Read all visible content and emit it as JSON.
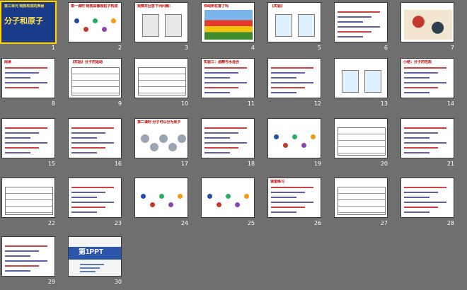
{
  "slides": [
    {
      "n": "1",
      "kind": "cover",
      "title": "第三单元 物质构成的奥秘",
      "big": "分子和原子",
      "bg": "#1a3a8a"
    },
    {
      "n": "2",
      "kind": "dots",
      "title": "第一课时 物质由微观粒子构成"
    },
    {
      "n": "3",
      "kind": "scale",
      "title": "观察并回答下列问题："
    },
    {
      "n": "4",
      "kind": "flowers",
      "title": "你闻到花香了吗"
    },
    {
      "n": "5",
      "kind": "beakers",
      "title": "【实验】"
    },
    {
      "n": "6",
      "kind": "text",
      "title": ""
    },
    {
      "n": "7",
      "kind": "photo",
      "title": ""
    },
    {
      "n": "8",
      "kind": "read",
      "title": "阅读"
    },
    {
      "n": "9",
      "kind": "table",
      "title": "【实验】分子的运动"
    },
    {
      "n": "10",
      "kind": "table",
      "title": ""
    },
    {
      "n": "11",
      "kind": "text",
      "title": "实验三：酒精与水混合"
    },
    {
      "n": "12",
      "kind": "text",
      "title": ""
    },
    {
      "n": "13",
      "kind": "beakers",
      "title": ""
    },
    {
      "n": "14",
      "kind": "list",
      "title": "小结：分子的性质"
    },
    {
      "n": "15",
      "kind": "text",
      "title": ""
    },
    {
      "n": "16",
      "kind": "text",
      "title": ""
    },
    {
      "n": "17",
      "kind": "spheres",
      "title": "第二课时 分子可以分为原子"
    },
    {
      "n": "18",
      "kind": "text",
      "title": ""
    },
    {
      "n": "19",
      "kind": "dots",
      "title": ""
    },
    {
      "n": "20",
      "kind": "table",
      "title": ""
    },
    {
      "n": "21",
      "kind": "list",
      "title": ""
    },
    {
      "n": "22",
      "kind": "table",
      "title": ""
    },
    {
      "n": "23",
      "kind": "text",
      "title": ""
    },
    {
      "n": "24",
      "kind": "dots",
      "title": ""
    },
    {
      "n": "25",
      "kind": "dots",
      "title": ""
    },
    {
      "n": "26",
      "kind": "list",
      "title": "课堂练习"
    },
    {
      "n": "27",
      "kind": "table",
      "title": ""
    },
    {
      "n": "28",
      "kind": "text",
      "title": ""
    },
    {
      "n": "29",
      "kind": "list",
      "title": ""
    },
    {
      "n": "30",
      "kind": "ppt",
      "title": "第1PPT"
    }
  ]
}
